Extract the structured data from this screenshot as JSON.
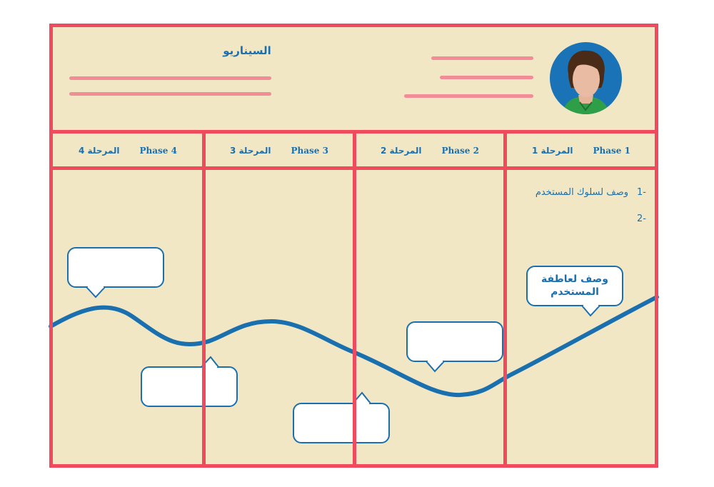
{
  "header": {
    "scenario_title": "السيناريو"
  },
  "phases": [
    {
      "ar": "المرحلة 4",
      "en": "Phase 4"
    },
    {
      "ar": "المرحلة 3",
      "en": "Phase 3"
    },
    {
      "ar": "المرحلة 2",
      "en": "Phase 2"
    },
    {
      "ar": "المرحلة 1",
      "en": "Phase 1"
    }
  ],
  "phase1_notes": [
    {
      "num": "-1",
      "text": "وصف لسلوك المستخدم"
    },
    {
      "num": "-2",
      "text": ""
    }
  ],
  "emotion_bubble": {
    "line1": "وصف لعاطفة",
    "line2": "المستخدم"
  },
  "colors": {
    "background": "#f1e7c5",
    "grid": "#f04a5e",
    "accent": "#1a6fae",
    "placeholder_line": "#f28c97"
  }
}
